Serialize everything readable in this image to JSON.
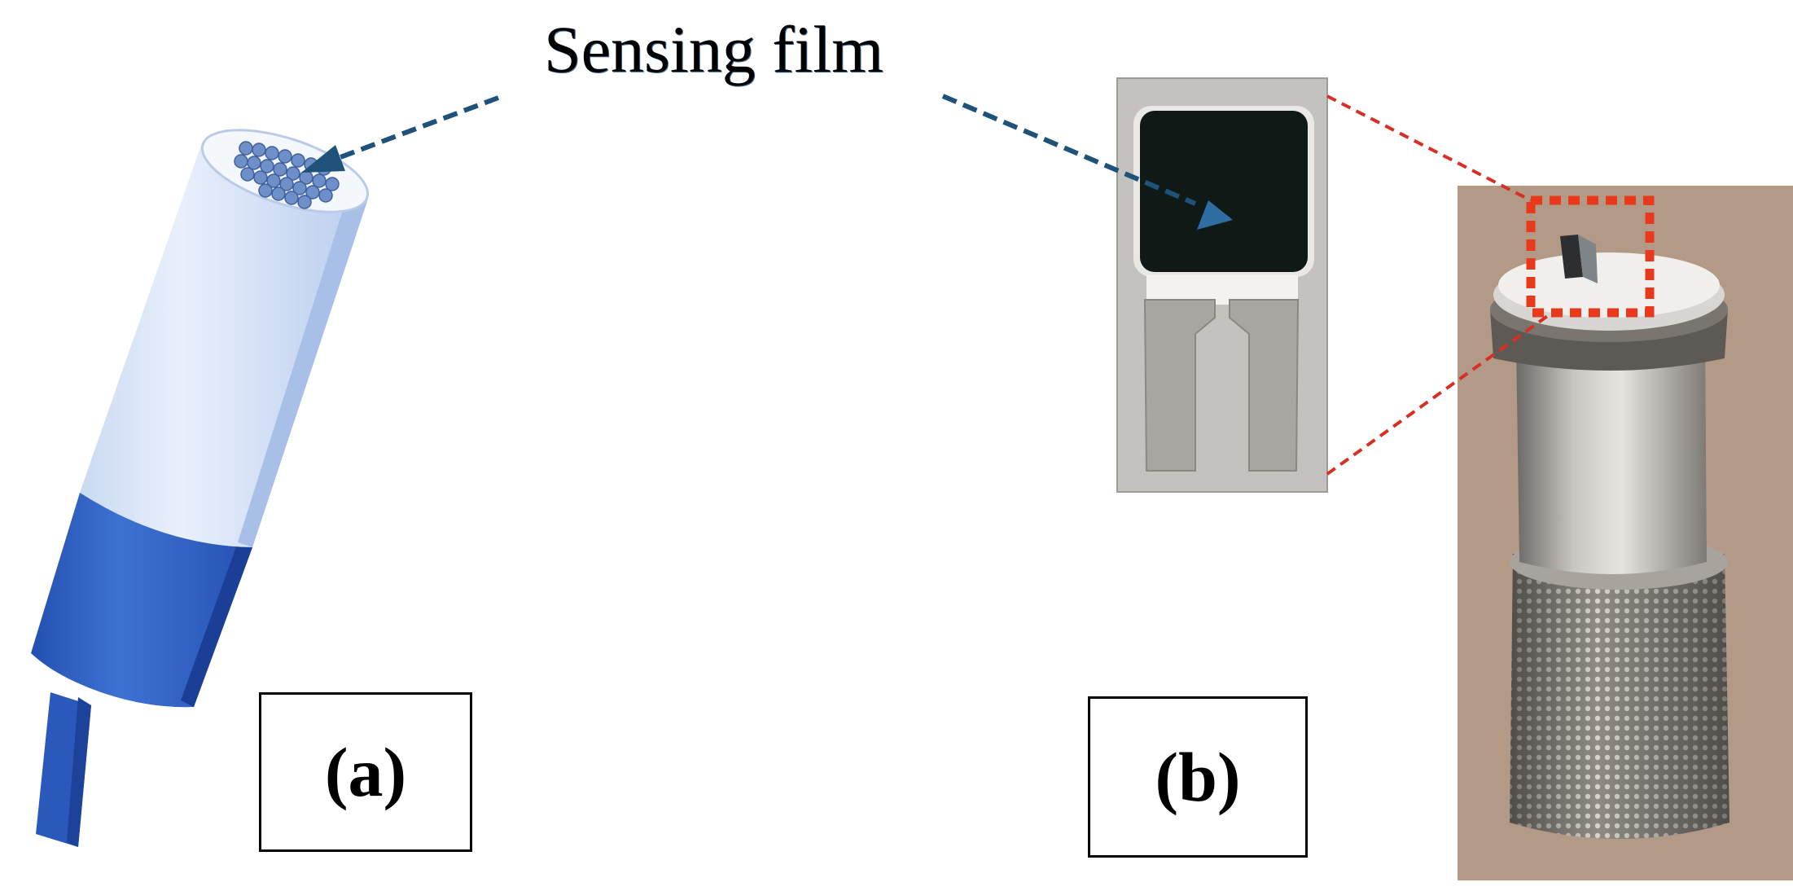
{
  "annotation": {
    "label": "Sensing film"
  },
  "panels": [
    {
      "id": "a",
      "label": "(a)"
    },
    {
      "id": "b",
      "label": "(b)"
    }
  ],
  "colors": {
    "arrow": "#1f5278",
    "highlight": "#e8391c",
    "connector": "#d63024",
    "probe_light": "#dbe6f6",
    "probe_dark": "#2f62c4"
  }
}
